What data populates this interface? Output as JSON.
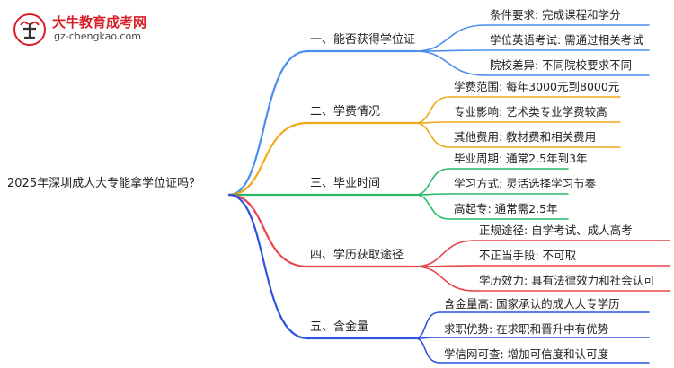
{
  "logo": {
    "title": "大牛教育成考网",
    "url": "gz-chengkao.com"
  },
  "root": {
    "label": "2025年深圳成人大专能拿学位证吗？"
  },
  "branches": [
    {
      "label": "一、能否获得学位证",
      "color": "#4a8ef0",
      "leaves": [
        "条件要求: 完成课程和学分",
        "学位英语考试: 需通过相关考试",
        "院校差异: 不同院校要求不同"
      ]
    },
    {
      "label": "二、学费情况",
      "color": "#f2a818",
      "leaves": [
        "学费范围: 每年3000元到8000元",
        "专业影响: 艺术类专业学费较高",
        "其他费用: 教材费和相关费用"
      ]
    },
    {
      "label": "三、毕业时间",
      "color": "#27b86a",
      "leaves": [
        "毕业周期: 通常2.5年到3年",
        "学习方式: 灵活选择学习节奏",
        "高起专: 通常需2.5年"
      ]
    },
    {
      "label": "四、学历获取途径",
      "color": "#e8424a",
      "leaves": [
        "正规途径: 自学考试、成人高考",
        "不正当手段: 不可取",
        "学历效力: 具有法律效力和社会认可"
      ]
    },
    {
      "label": "五、含金量",
      "color": "#2c54e0",
      "leaves": [
        "含金量高: 国家承认的成人大专学历",
        "求职优势: 在求职和晋升中有优势",
        "学信网可查: 增加可信度和认可度"
      ]
    }
  ]
}
